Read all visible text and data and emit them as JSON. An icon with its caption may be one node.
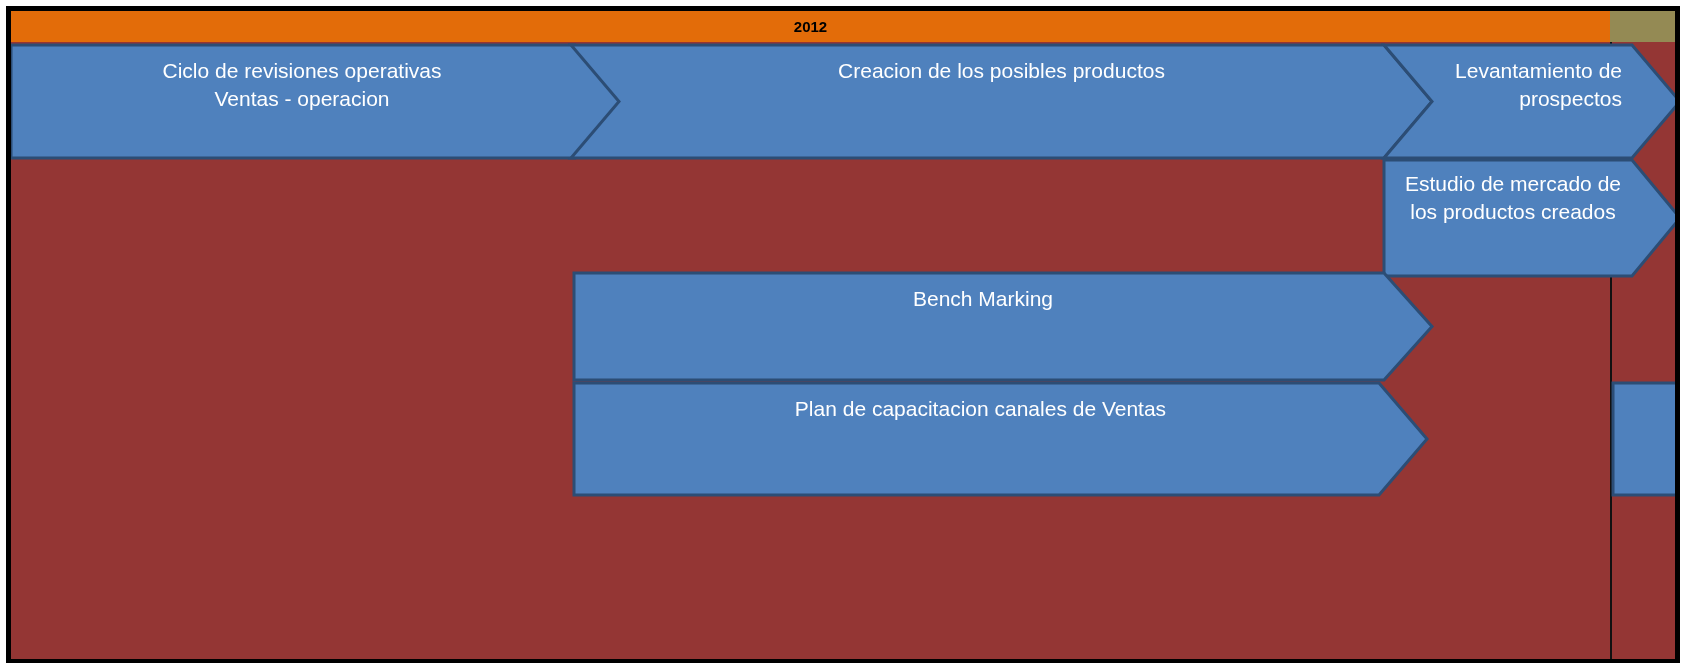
{
  "diagram": {
    "nodes": [
      {
        "text": [
          "2012"
        ]
      },
      {
        "text": [],
        "shape": "bar"
      },
      {
        "text": [
          "Ciclo de revisiones operativas Ventas - operacion"
        ]
      },
      {
        "text": [
          "Creacion de los posibles productos"
        ]
      },
      {
        "text": [
          "Levantamiento de prospectos"
        ]
      },
      {
        "text": [
          "Estudio de mercado de los productos creados"
        ]
      },
      {
        "text": [
          "Bench Marking"
        ]
      },
      {
        "text": [
          "Plan de capacitacion canales de Ventas"
        ]
      },
      {
        "text": [],
        "shape": "box"
      }
    ]
  }
}
